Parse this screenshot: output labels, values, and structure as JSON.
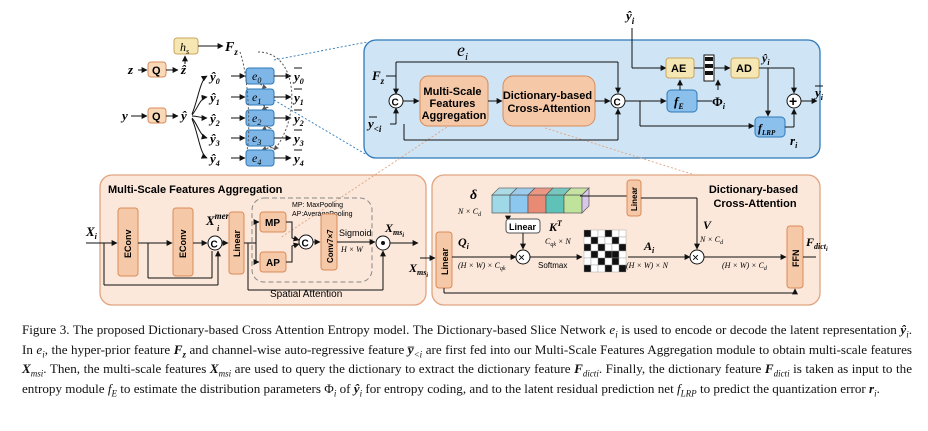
{
  "colors": {
    "panel_blue_fill": "#cfe5f6",
    "panel_blue_stroke": "#2e79b8",
    "panel_orange_fill": "#fbe8db",
    "panel_orange_stroke": "#e0a47f",
    "block_fill": "#f5c9a8",
    "block_stroke": "#d98b58",
    "latent_fill": "#4a90d2",
    "quant_fill": "#f9d9b8",
    "yellow_box": "#f6e6b4",
    "dict_cells": [
      "#9fd9e8",
      "#8cc7f0",
      "#e98a74",
      "#5fc2b8",
      "#bfe39b",
      "#f4b183"
    ]
  },
  "icons": [
    "concat-icon",
    "multiply-icon",
    "add-icon",
    "bitstream-icon",
    "dictionary-tensor-icon",
    "attention-map-icon"
  ],
  "figure": {
    "top": {
      "h_s": "h",
      "h_s_sub": "s",
      "F_z": "F",
      "F_z_sub": "z",
      "z": "z",
      "Q1": "Q",
      "z_hat": "ẑ",
      "y": "y",
      "Q2": "Q",
      "y_hat": "ŷ",
      "y_hats": [
        {
          "base": "ŷ",
          "sub": "0"
        },
        {
          "base": "ŷ",
          "sub": "1"
        },
        {
          "base": "ŷ",
          "sub": "2"
        },
        {
          "base": "ŷ",
          "sub": "3"
        },
        {
          "base": "ŷ",
          "sub": "4"
        }
      ],
      "e_blocks": [
        {
          "base": "e",
          "sub": "0"
        },
        {
          "base": "e",
          "sub": "1"
        },
        {
          "base": "e",
          "sub": "2"
        },
        {
          "base": "e",
          "sub": "3"
        },
        {
          "base": "e",
          "sub": "4"
        }
      ],
      "y_bars": [
        {
          "base": "y",
          "sub": "0"
        },
        {
          "base": "y",
          "sub": "1"
        },
        {
          "base": "y",
          "sub": "2"
        },
        {
          "base": "y",
          "sub": "3"
        },
        {
          "base": "y",
          "sub": "4"
        }
      ]
    },
    "detail": {
      "title": "e",
      "title_sub": "i",
      "y_hat_i": "ŷ",
      "y_hat_i_sub": "i",
      "F_z": "F",
      "F_z_sub": "z",
      "y_lt_i": "y",
      "y_lt_i_sub": "<i",
      "concat1": "C",
      "concat2": "C",
      "msfa_label": [
        "Multi-Scale",
        "Features",
        "Aggregation"
      ],
      "dbca_label": [
        "Dictionary-based",
        "Cross-Attention"
      ],
      "AE": "AE",
      "AD": "AD",
      "AD_out": "ŷ",
      "AD_out_sub": "i",
      "f_E": "f",
      "f_E_sub": "E",
      "phi": "Φ",
      "phi_sub": "i",
      "f_LRP": "f",
      "f_LRP_sub": "LRP",
      "r_i": "r",
      "r_i_sub": "i",
      "y_bar_out": "y",
      "y_bar_out_sub": "i",
      "add": "+"
    },
    "msfa": {
      "title": "Multi-Scale Features Aggregation",
      "X_i": "X",
      "X_i_sub": "i",
      "econv1": "EConv",
      "econv2": "EConv",
      "merge_base": "X",
      "merge_sup": "merge",
      "merge_sub": "i",
      "concat": "C",
      "linear": "Linear",
      "mp": "MP",
      "ap": "AP",
      "pool_legend": [
        "MP: MaxPooling",
        "AP:AveragePooling"
      ],
      "concat2": "C",
      "conv": "Conv7×7",
      "sigmoid": "Sigmoid",
      "hw": "H × W",
      "multiply": "⊙",
      "X_ms": "X",
      "X_ms_sub": "ms",
      "X_ms_subsub": "i",
      "spatial_attention": "Spatial Attention"
    },
    "dbca": {
      "title": [
        "Dictionary-based",
        "Cross-Attention"
      ],
      "delta": "δ",
      "delta_dims": "N × C",
      "delta_dims_sub": "d",
      "linear_dict": "Linear",
      "linear_right": "Linear",
      "linear_left": "Linear",
      "X_ms": "X",
      "X_ms_sub": "ms",
      "X_ms_subsub": "i",
      "Q": "Q",
      "Q_sub": "i",
      "q_dims": "(H × W) × C",
      "q_dims_sub": "qk",
      "K": "K",
      "K_sup": "T",
      "k_dims": "C",
      "k_dims_sub": "qk",
      "k_dims_rest": " × N",
      "softmax": "Softmax",
      "A": "A",
      "A_sub": "i",
      "a_dims": "(H × W) × N",
      "V": "V",
      "v_dims": "N × C",
      "v_dims_sub": "d",
      "out_dims": "(H × W) × C",
      "out_dims_sub": "d",
      "ffn": "FFN",
      "F_dict": "F",
      "F_dict_sub": "dict",
      "F_dict_subsub": "i"
    }
  },
  "caption": [
    {
      "t": "Figure 3. The proposed Dictionary-based Cross Attention Entropy model. The Dictionary-based Slice Network "
    },
    {
      "t": "e",
      "i": true
    },
    {
      "t": "i",
      "sub": true,
      "i": true
    },
    {
      "t": " is used to encode or decode the latent representation "
    },
    {
      "t": "ŷ",
      "i": true,
      "b": true
    },
    {
      "t": "i",
      "sub": true,
      "i": true
    },
    {
      "t": ". In "
    },
    {
      "t": "e",
      "i": true
    },
    {
      "t": "i",
      "sub": true,
      "i": true
    },
    {
      "t": ", the hyper-prior feature "
    },
    {
      "t": "F",
      "i": true,
      "b": true
    },
    {
      "t": "z",
      "sub": true,
      "i": true,
      "b": true
    },
    {
      "t": " and channel-wise auto-regressive feature "
    },
    {
      "t": "y̅",
      "i": true,
      "b": true
    },
    {
      "t": "<i",
      "sub": true,
      "i": true
    },
    {
      "t": " are first fed into our Multi-Scale Features Aggregation module to obtain multi-scale features "
    },
    {
      "t": "X",
      "i": true,
      "b": true
    },
    {
      "t": "ms",
      "sub": true,
      "i": true
    },
    {
      "t": "i",
      "sub": true,
      "i": true
    },
    {
      "t": ". Then, the multi-scale features "
    },
    {
      "t": "X",
      "i": true,
      "b": true
    },
    {
      "t": "ms",
      "sub": true,
      "i": true
    },
    {
      "t": "i",
      "sub": true,
      "i": true
    },
    {
      "t": " are used to query the dictionary to extract the dictionary feature "
    },
    {
      "t": "F",
      "i": true,
      "b": true
    },
    {
      "t": "dict",
      "sub": true,
      "i": true
    },
    {
      "t": "i",
      "sub": true,
      "i": true
    },
    {
      "t": ". Finally, the dictionary feature "
    },
    {
      "t": "F",
      "i": true,
      "b": true
    },
    {
      "t": "dict",
      "sub": true,
      "i": true
    },
    {
      "t": "i",
      "sub": true,
      "i": true
    },
    {
      "t": " is taken as input to the entropy module "
    },
    {
      "t": "f",
      "i": true
    },
    {
      "t": "E",
      "sub": true,
      "i": true
    },
    {
      "t": " to estimate the distribution parameters Φ"
    },
    {
      "t": "i",
      "sub": true,
      "i": true
    },
    {
      "t": " of "
    },
    {
      "t": "ŷ",
      "i": true,
      "b": true
    },
    {
      "t": "i",
      "sub": true,
      "i": true
    },
    {
      "t": " for entropy coding, and to the latent residual prediction net "
    },
    {
      "t": "f",
      "i": true
    },
    {
      "t": "LRP",
      "sub": true,
      "i": true
    },
    {
      "t": " to predict the quantization error "
    },
    {
      "t": "r",
      "i": true,
      "b": true
    },
    {
      "t": "i",
      "sub": true,
      "i": true
    },
    {
      "t": "."
    }
  ]
}
